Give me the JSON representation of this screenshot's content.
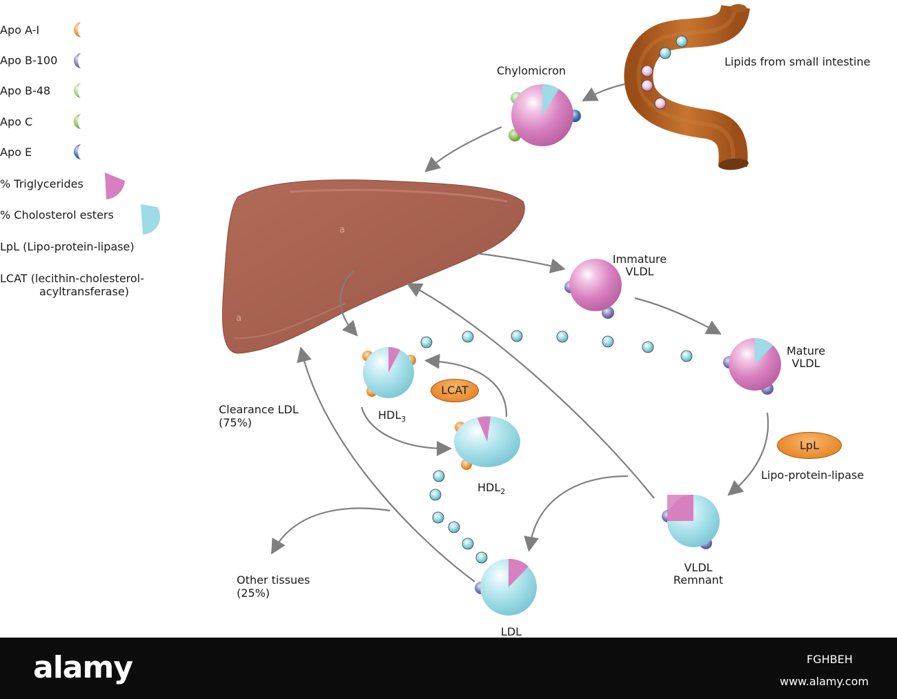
{
  "legend": {
    "apo_a1": "Apo A-I",
    "apo_b100": "Apo B-100",
    "apo_b48": "Apo B-48",
    "apo_c": "Apo C",
    "apo_e": "Apo E",
    "triglycerides": "% Triglycerides",
    "cholesterol_esters": "% Cholosterol esters",
    "lpl": "LpL (Lipo-protein-lipase)",
    "lcat_line1": "LCAT  (lecithin-cholesterol-",
    "lcat_line2": "acyltransferase)"
  },
  "labels": {
    "chylomicron": "Chylomicron",
    "intestine": "Lipids from small intestine",
    "immature_vldl_1": "Immature",
    "immature_vldl_2": "VLDL",
    "mature_vldl_1": "Mature",
    "mature_vldl_2": "VLDL",
    "hdl3": "HDL",
    "hdl3_sub": "3",
    "hdl2": "HDL",
    "hdl2_sub": "2",
    "lcat": "LCAT",
    "lpl": "LpL",
    "lpl_full": "Lipo-protein-lipase",
    "vldl_remnant_1": "VLDL",
    "vldl_remnant_2": "Remnant",
    "ldl": "LDL",
    "clearance_1": "Clearance LDL",
    "clearance_2": "(75%)",
    "other_1": "Other tissues",
    "other_2": "(25%)"
  },
  "colors": {
    "triglycerides": "#d77fbf",
    "cholesterol_esters": "#9ddbe6",
    "apo_a1": "#f0973a",
    "apo_b100": "#7b79b8",
    "apo_b48": "#9fd58a",
    "apo_c": "#8fbf5a",
    "apo_e": "#3f72b8",
    "liver": "#a8604f",
    "intestine": "#b86426",
    "arrow": "#7f7f7f"
  },
  "footer": {
    "logo": "alamy",
    "image_id": "FGHBEH",
    "url": "www.alamy.com"
  }
}
